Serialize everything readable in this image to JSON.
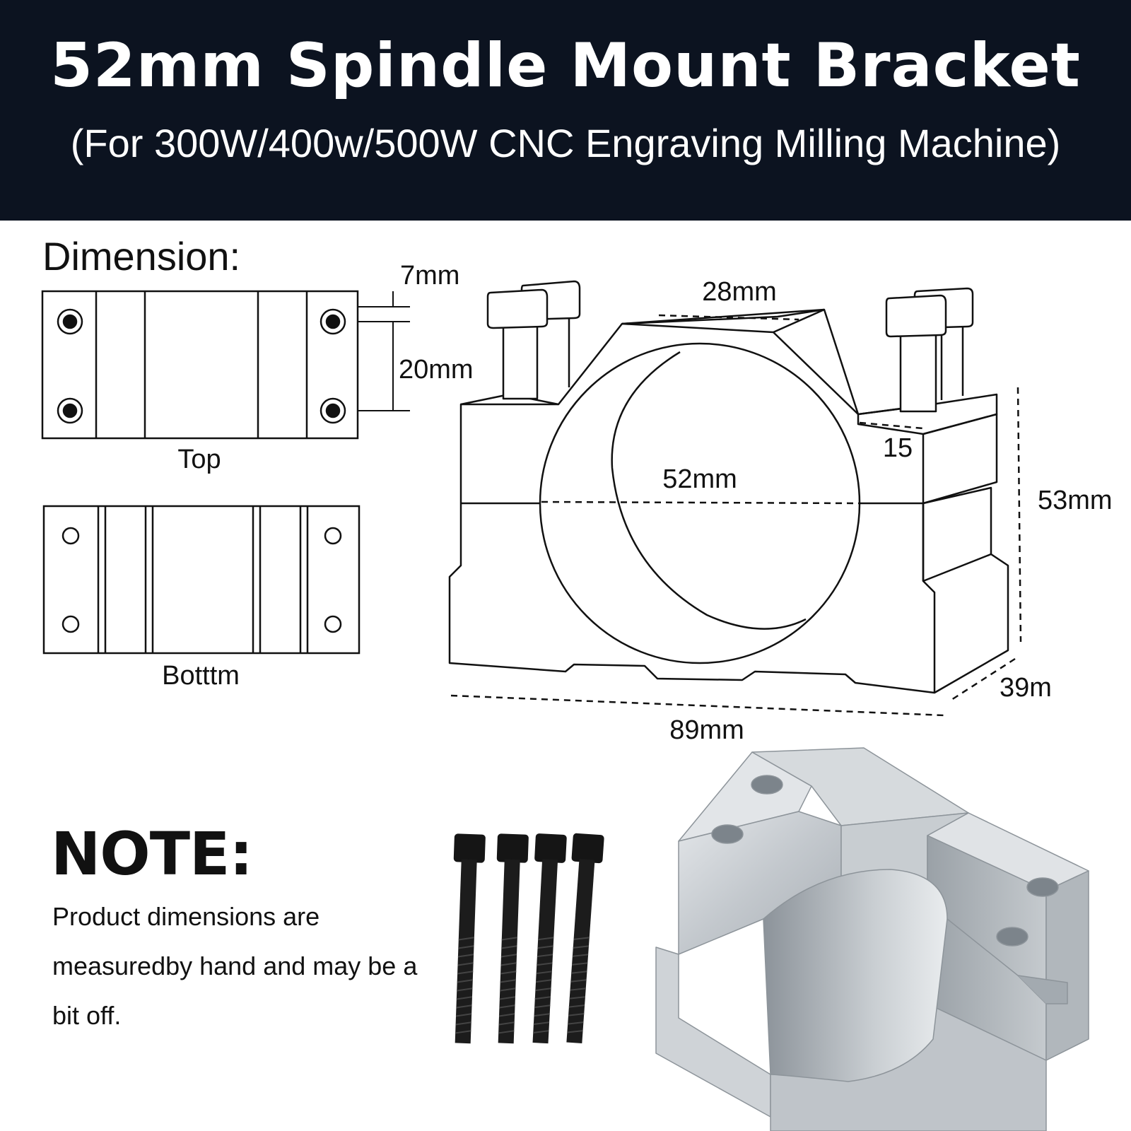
{
  "header": {
    "title": "52mm Spindle Mount Bracket",
    "subtitle": "(For 300W/400w/500W CNC Engraving Milling Machine)"
  },
  "dimension_section": {
    "heading": "Dimension:",
    "top_view_label": "Top",
    "bottom_view_label": "Botttm",
    "top_offset": "7mm",
    "hole_spacing": "20mm",
    "top_width": "28mm",
    "step_depth": "15",
    "bore_diameter": "52mm",
    "height": "53mm",
    "depth": "39m",
    "length": "89mm"
  },
  "note": {
    "title": "NOTE:",
    "text": "Product dimensions are measuredby hand and may be a bit off."
  },
  "colors": {
    "header_bg": "#0c1320",
    "header_text": "#ffffff",
    "line": "#111111",
    "aluminum": "#c9cdd1"
  }
}
